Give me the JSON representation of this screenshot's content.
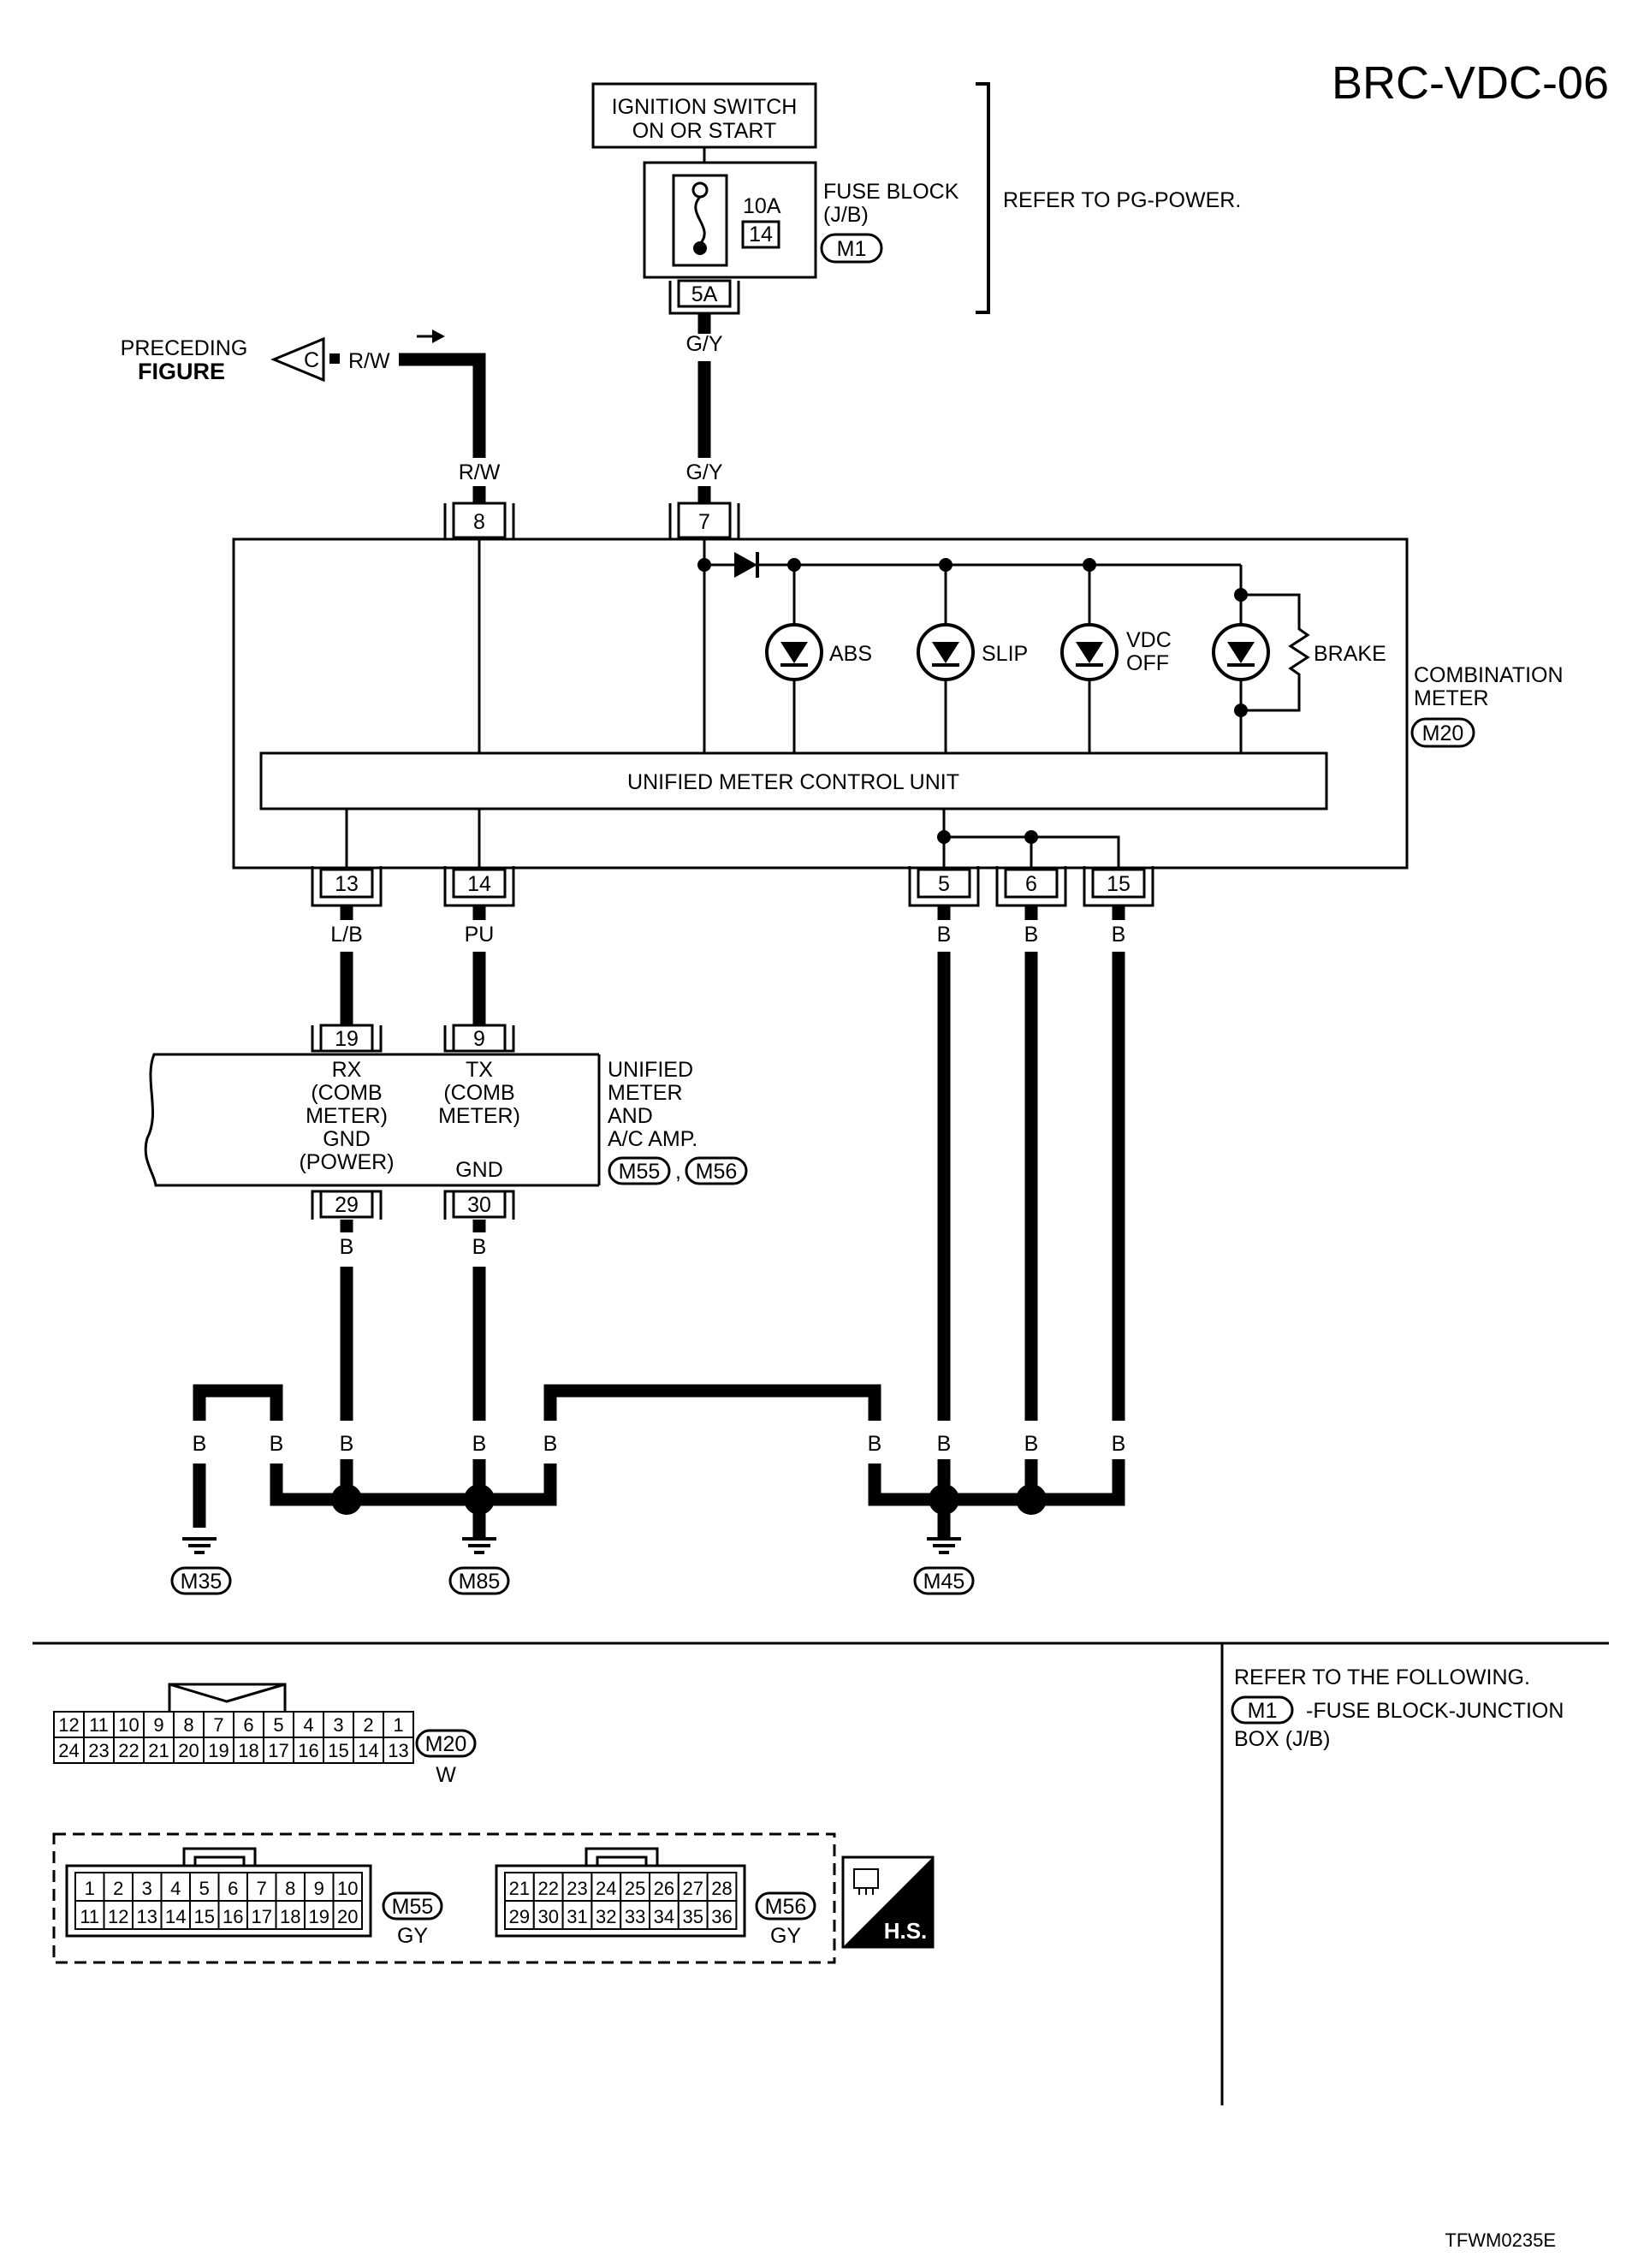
{
  "page_code": "BRC-VDC-06",
  "figure_id": "TFWM0235E",
  "ignition": {
    "line1": "IGNITION SWITCH",
    "line2": "ON OR START"
  },
  "fuse_block": {
    "amp": "10A",
    "number": "14",
    "label_line1": "FUSE BLOCK",
    "label_line2": "(J/B)",
    "connector": "M1",
    "terminal": "5A"
  },
  "refer_pg": "REFER TO PG-POWER.",
  "preceding": {
    "line1": "PRECEDING",
    "line2": "FIGURE",
    "connector_letter": "C",
    "wire": "R/W"
  },
  "wires": {
    "rw": "R/W",
    "gy_top": "G/Y",
    "gy_bottom": "G/Y",
    "lb": "L/B",
    "pu": "PU",
    "b": "B"
  },
  "combination_meter": {
    "terminals": [
      "8",
      "7",
      "13",
      "14",
      "5",
      "6",
      "15"
    ],
    "lamps": [
      "ABS",
      "SLIP",
      "VDC",
      "OFF",
      "BRAKE"
    ],
    "control_unit": "UNIFIED METER CONTROL UNIT",
    "label_line1": "COMBINATION",
    "label_line2": "METER",
    "connector": "M20"
  },
  "amp": {
    "terminals": [
      "19",
      "9",
      "29",
      "30"
    ],
    "rx": [
      "RX",
      "(COMB",
      "METER)"
    ],
    "tx": [
      "TX",
      "(COMB",
      "METER)"
    ],
    "gnd_power": [
      "GND",
      "(POWER)"
    ],
    "gnd": "GND",
    "label": [
      "UNIFIED",
      "METER",
      "AND",
      "A/C AMP."
    ],
    "connectors": [
      "M55",
      "M56"
    ],
    "separator": ","
  },
  "grounds": [
    "M35",
    "M85",
    "M45"
  ],
  "refer_following": {
    "line1": "REFER TO THE FOLLOWING.",
    "connector": "M1",
    "desc1": "-FUSE BLOCK-JUNCTION",
    "desc2": "BOX (J/B)"
  },
  "connector_m20": {
    "name": "M20",
    "color": "W",
    "row1": [
      "12",
      "11",
      "10",
      "9",
      "8",
      "7",
      "6",
      "5",
      "4",
      "3",
      "2",
      "1"
    ],
    "row2": [
      "24",
      "23",
      "22",
      "21",
      "20",
      "19",
      "18",
      "17",
      "16",
      "15",
      "14",
      "13"
    ]
  },
  "connector_m55": {
    "name": "M55",
    "color": "GY",
    "row1": [
      "1",
      "2",
      "3",
      "4",
      "5",
      "6",
      "7",
      "8",
      "9",
      "10"
    ],
    "row2": [
      "11",
      "12",
      "13",
      "14",
      "15",
      "16",
      "17",
      "18",
      "19",
      "20"
    ]
  },
  "connector_m56": {
    "name": "M56",
    "color": "GY",
    "row1": [
      "21",
      "22",
      "23",
      "24",
      "25",
      "26",
      "27",
      "28"
    ],
    "row2": [
      "29",
      "30",
      "31",
      "32",
      "33",
      "34",
      "35",
      "36"
    ]
  },
  "hs_badge": "H.S."
}
